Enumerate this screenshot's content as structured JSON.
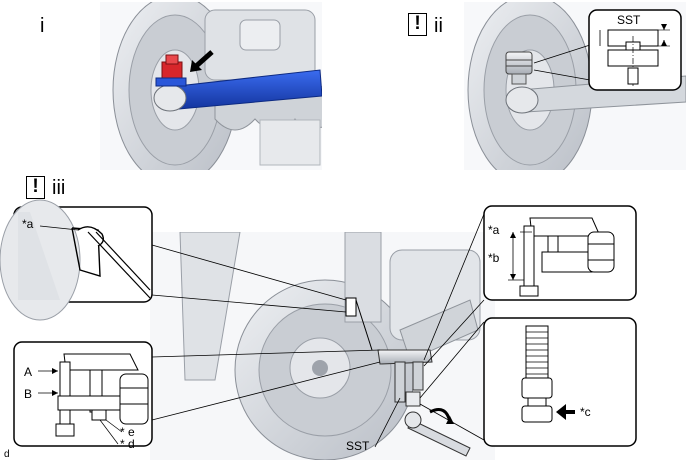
{
  "panels": {
    "p1": {
      "step": "i"
    },
    "p2": {
      "step": "ii",
      "warning": "!",
      "callout_label": "SST"
    },
    "p3": {
      "step": "iii",
      "warning": "!",
      "tool_label": "SST",
      "callouts": {
        "top_left": {
          "a": "*a"
        },
        "top_right": {
          "a": "*a",
          "b": "*b"
        },
        "bottom_right": {
          "c": "*c"
        },
        "bottom_left": {
          "A": "A",
          "B": "B",
          "e": "* e",
          "d": "* d"
        }
      }
    }
  },
  "footer_code": "d",
  "colors": {
    "highlight_blue": "#1f4ed8",
    "highlight_red": "#d7262b",
    "part_gray": "#d9dde2",
    "line_gray": "#7a7a7a"
  }
}
